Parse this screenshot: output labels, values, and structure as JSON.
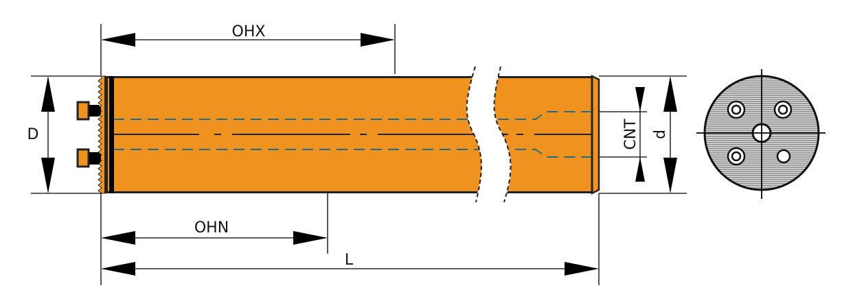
{
  "labels": {
    "ohx": "OHX",
    "ohn": "OHN",
    "length": "L",
    "outer_diameter": "D",
    "inner_diameter": "d",
    "connector": "CNT"
  },
  "colors": {
    "body": "#F0931E",
    "outline": "#222222",
    "permeate_tube": "#1F6A8F",
    "end_face": "#8A8A8A"
  }
}
